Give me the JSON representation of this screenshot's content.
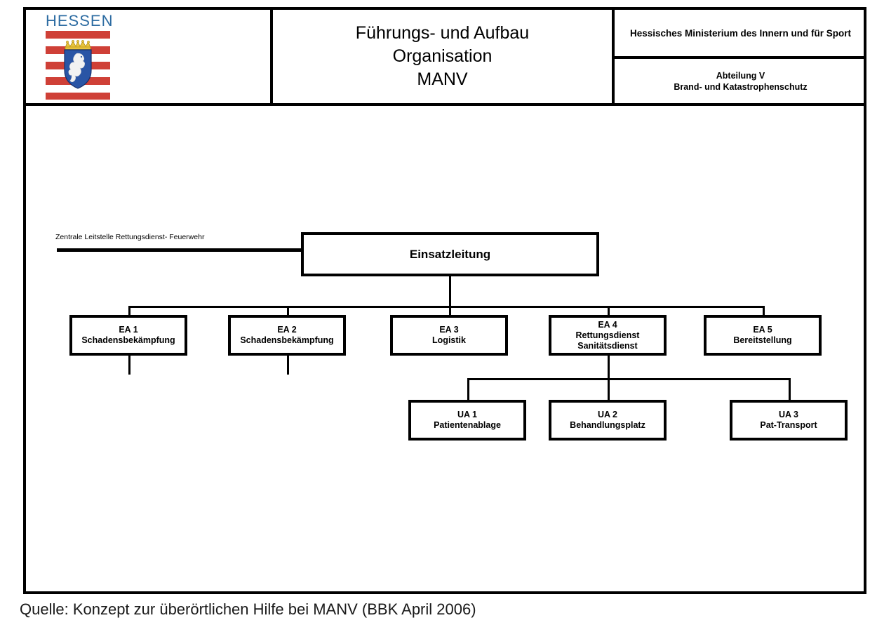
{
  "header": {
    "logo": {
      "wordmark": "HESSEN",
      "icon_name": "hessen-coat-of-arms"
    },
    "title": {
      "line1": "Führungs- und Aufbau",
      "line2": "Organisation",
      "line3": "MANV"
    },
    "ministry": "Hessisches Ministerium des Innern und für Sport",
    "department": {
      "line1": "Abteilung V",
      "line2": "Brand- und Katastrophenschutz"
    }
  },
  "chart_data": {
    "type": "diagram",
    "title": "Führungs- und Aufbau Organisation MANV",
    "side_label": "Zentrale Leitstelle Rettungsdienst- Feuerwehr",
    "nodes": [
      {
        "id": "einsatzleitung",
        "label_line1": "Einsatzleitung",
        "label_line2": "",
        "label_line3": "",
        "level": 0
      },
      {
        "id": "ea1",
        "label_line1": "EA 1",
        "label_line2": "Schadensbekämpfung",
        "label_line3": "",
        "level": 1
      },
      {
        "id": "ea2",
        "label_line1": "EA 2",
        "label_line2": "Schadensbekämpfung",
        "label_line3": "",
        "level": 1
      },
      {
        "id": "ea3",
        "label_line1": "EA 3",
        "label_line2": "Logistik",
        "label_line3": "",
        "level": 1
      },
      {
        "id": "ea4",
        "label_line1": "EA 4",
        "label_line2": "Rettungsdienst",
        "label_line3": "Sanitätsdienst",
        "level": 1
      },
      {
        "id": "ea5",
        "label_line1": "EA 5",
        "label_line2": "Bereitstellung",
        "label_line3": "",
        "level": 1
      },
      {
        "id": "ua1",
        "label_line1": "UA 1",
        "label_line2": "Patientenablage",
        "label_line3": "",
        "level": 2
      },
      {
        "id": "ua2",
        "label_line1": "UA 2",
        "label_line2": "Behandlungsplatz",
        "label_line3": "",
        "level": 2
      },
      {
        "id": "ua3",
        "label_line1": "UA 3",
        "label_line2": "Pat-Transport",
        "label_line3": "",
        "level": 2
      }
    ],
    "edges": [
      {
        "from": "einsatzleitung",
        "to": "ea1"
      },
      {
        "from": "einsatzleitung",
        "to": "ea2"
      },
      {
        "from": "einsatzleitung",
        "to": "ea3"
      },
      {
        "from": "einsatzleitung",
        "to": "ea4"
      },
      {
        "from": "einsatzleitung",
        "to": "ea5"
      },
      {
        "from": "einsatzleitung",
        "to": "side_label"
      },
      {
        "from": "ea4",
        "to": "ua1"
      },
      {
        "from": "ea4",
        "to": "ua2"
      },
      {
        "from": "ea4",
        "to": "ua3"
      }
    ]
  },
  "caption": "Quelle: Konzept zur überörtlichen Hilfe bei MANV (BBK April 2006)",
  "colors": {
    "logo_text": "#2d6ca2",
    "flag_red": "#cf4037",
    "shield_blue": "#2a55a5",
    "crown_gold": "#e8c33a",
    "line": "#000000",
    "background": "#ffffff"
  }
}
